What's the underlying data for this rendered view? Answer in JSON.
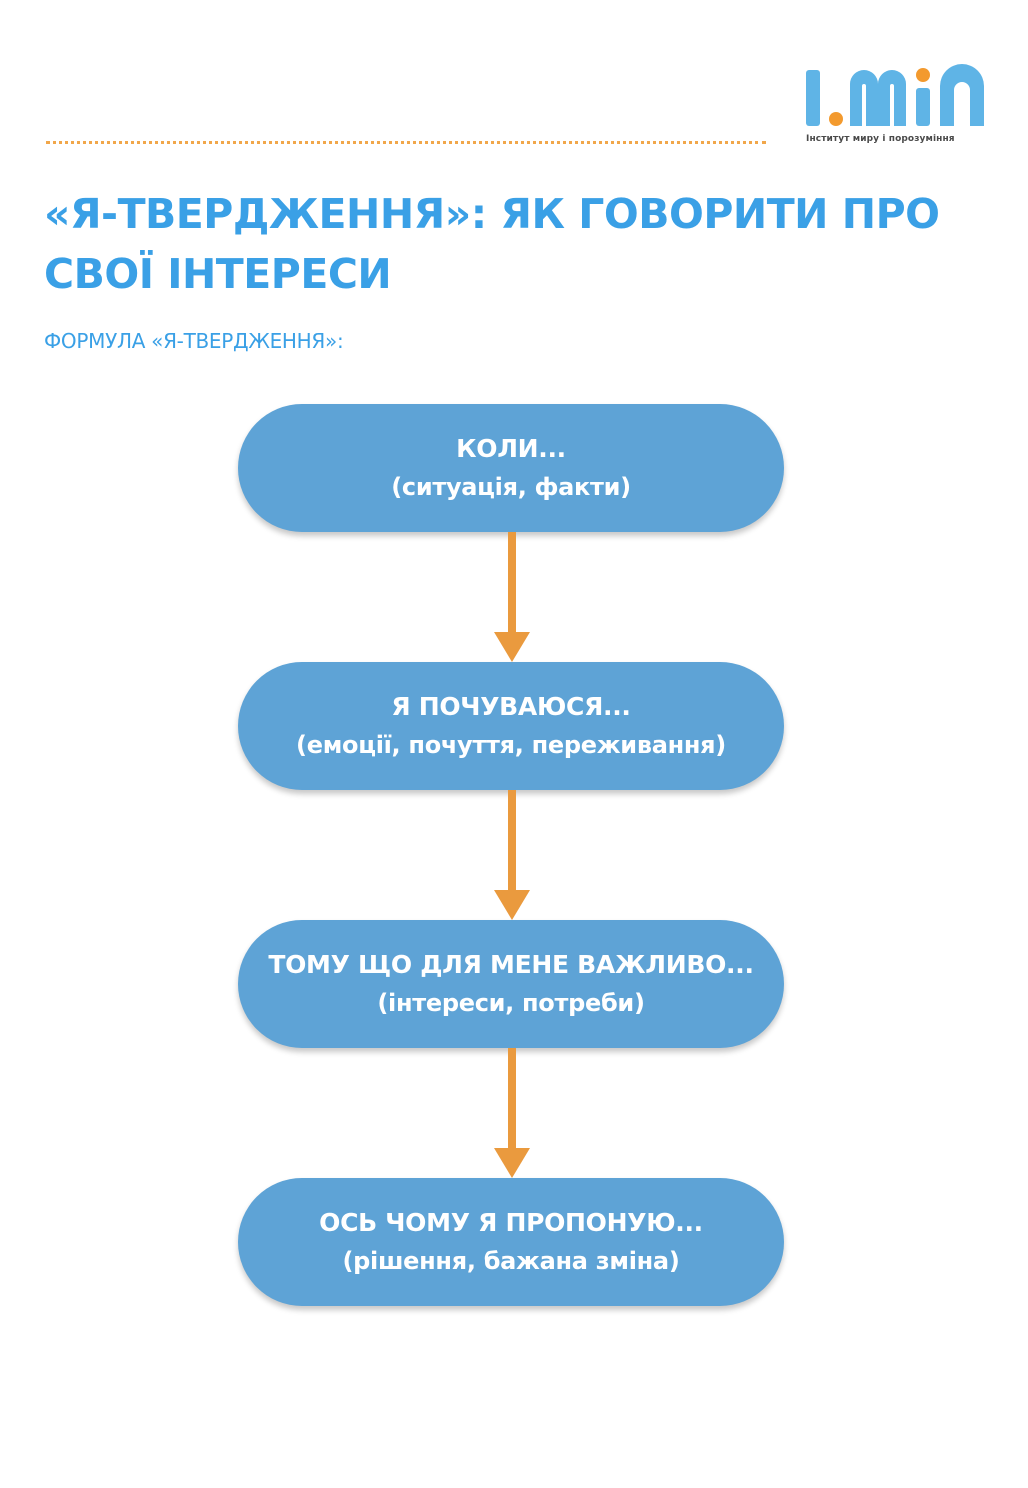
{
  "logo": {
    "wordmark": "IMin",
    "tagline": "Інститут миру і порозуміння",
    "colors": {
      "blue": "#5fb4e6",
      "orange": "#f39a2e"
    }
  },
  "title": "«Я-ТВЕРДЖЕННЯ»: ЯК ГОВОРИТИ ПРО СВОЇ ІНТЕРЕСИ",
  "subtitle": "ФОРМУЛА «Я-ТВЕРДЖЕННЯ»:",
  "flow": {
    "steps": [
      {
        "head": "КОЛИ...",
        "note": "(ситуація, факти)"
      },
      {
        "head": "Я ПОЧУВАЮСЯ...",
        "note": "(емоції, почуття, переживання)"
      },
      {
        "head": "ТОМУ ЩО ДЛЯ МЕНЕ ВАЖЛИВО...",
        "note": "(інтереси, потреби)"
      },
      {
        "head": "ОСЬ ЧОМУ Я ПРОПОНУЮ...",
        "note": "(рішення, бажана зміна)"
      }
    ],
    "colors": {
      "box": "#5ea3d6",
      "arrow": "#ea9a3e",
      "text": "#ffffff"
    }
  },
  "colors": {
    "heading": "#3aa0e6",
    "rule": "#f1a74a"
  }
}
